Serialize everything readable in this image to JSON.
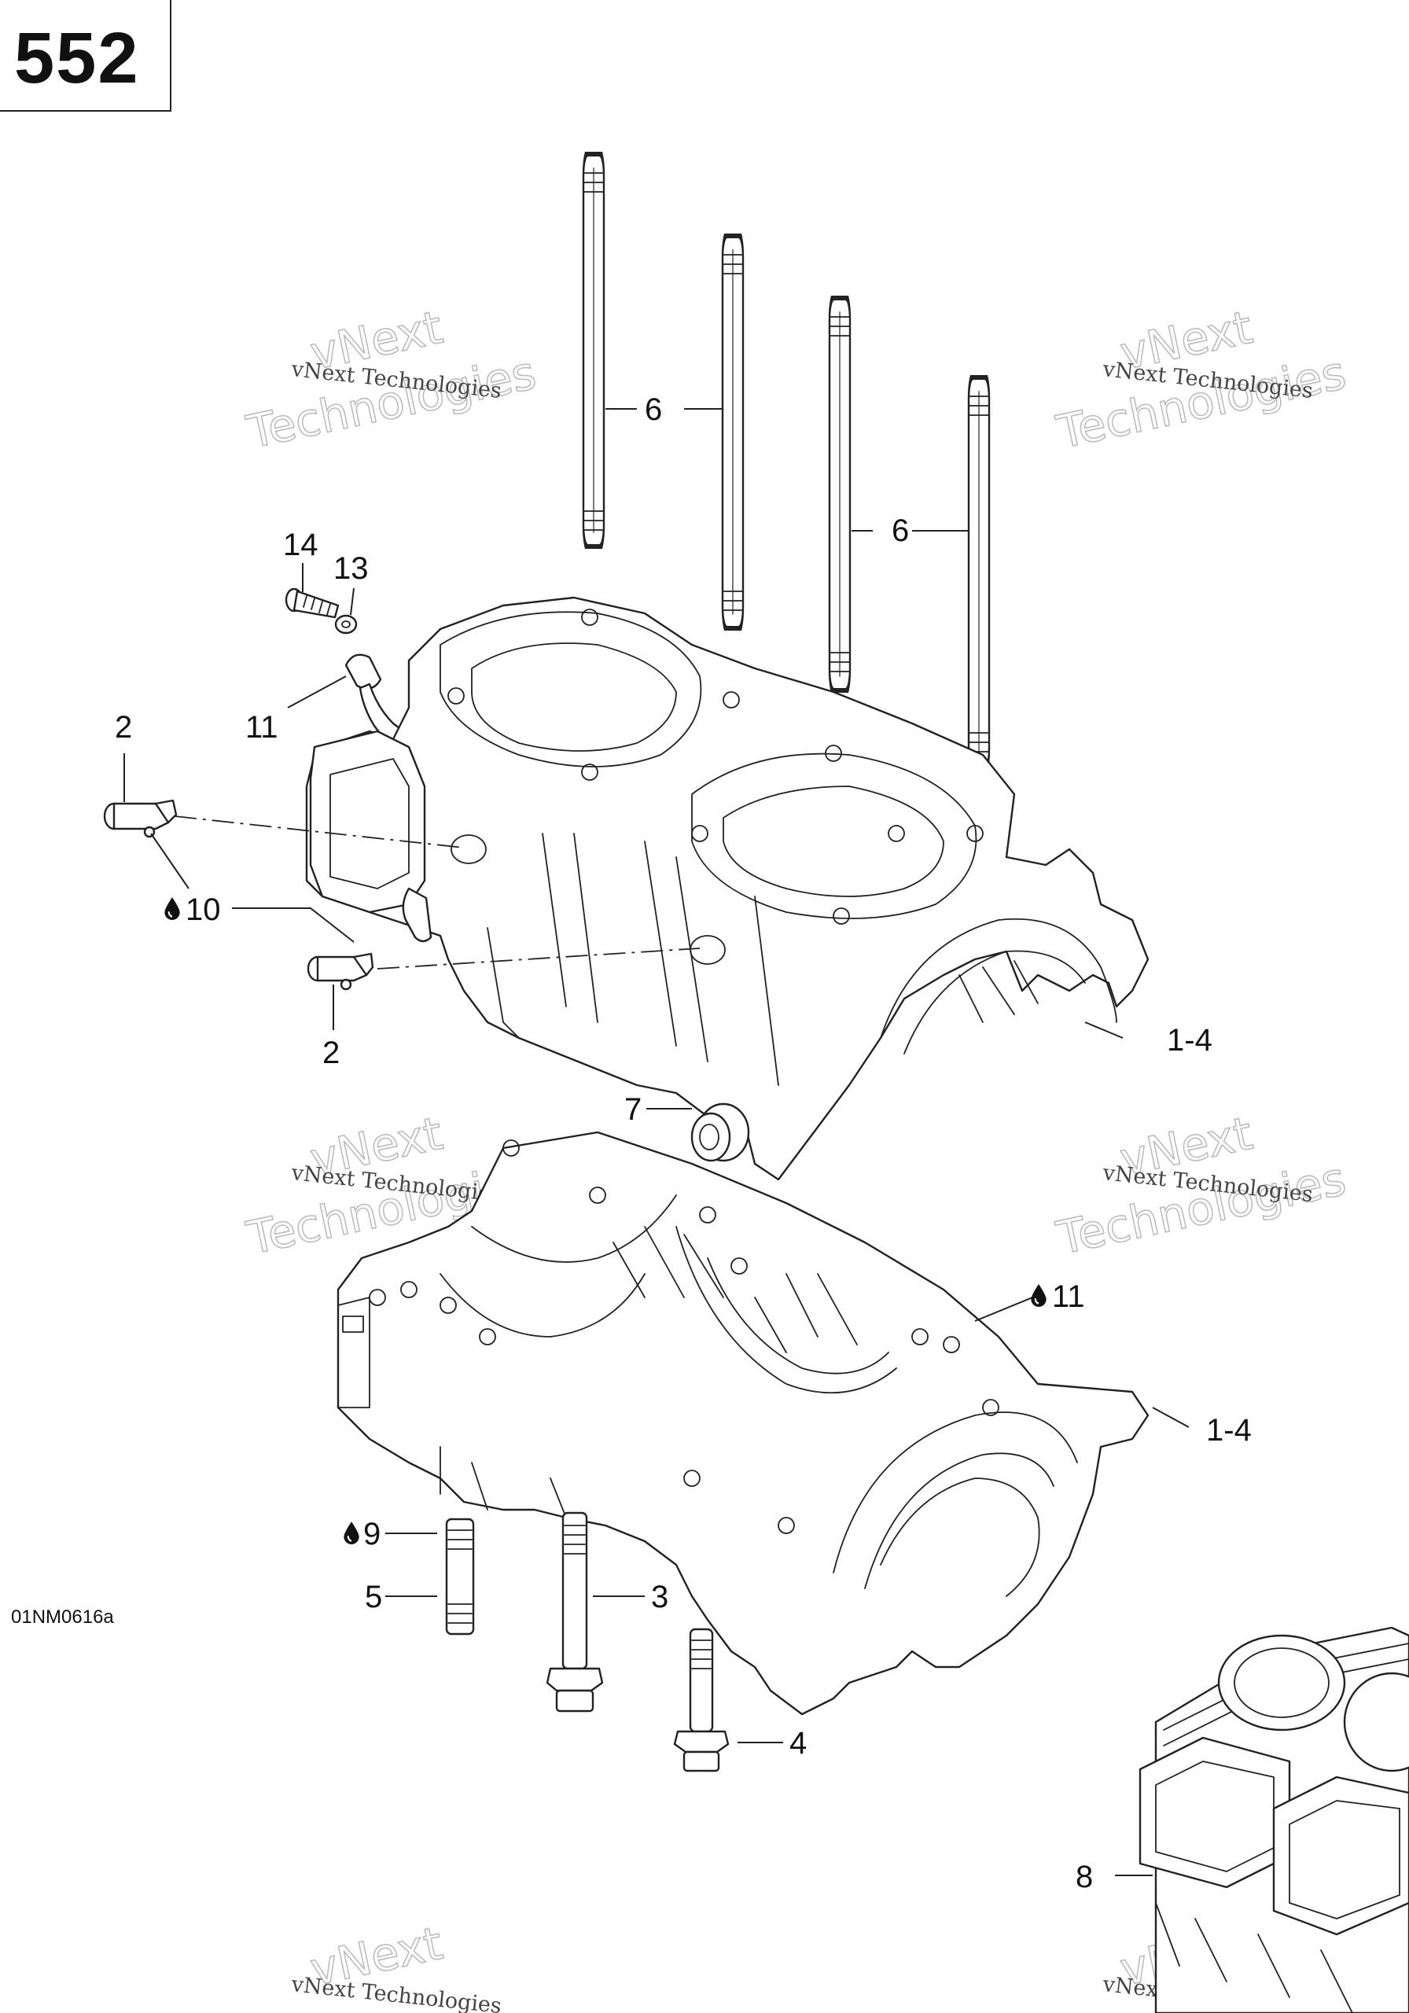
{
  "page": {
    "number": "552",
    "reference_code": "01NM0616a"
  },
  "watermark": {
    "line1": "vNext Technologies",
    "line2": "vNext",
    "line3": "Technologies"
  },
  "callouts": [
    {
      "id": "c6a",
      "label": "6"
    },
    {
      "id": "c6b",
      "label": "6"
    },
    {
      "id": "c14",
      "label": "14"
    },
    {
      "id": "c13",
      "label": "13"
    },
    {
      "id": "c11",
      "label": "11"
    },
    {
      "id": "c2a",
      "label": "2"
    },
    {
      "id": "c10",
      "label": "10",
      "glue_icon": true
    },
    {
      "id": "c2b",
      "label": "2"
    },
    {
      "id": "c1-4a",
      "label": "1-4"
    },
    {
      "id": "c7",
      "label": "7"
    },
    {
      "id": "c11b",
      "label": "11",
      "glue_icon": true
    },
    {
      "id": "c1-4b",
      "label": "1-4"
    },
    {
      "id": "c9",
      "label": "9",
      "glue_icon": true
    },
    {
      "id": "c5",
      "label": "5"
    },
    {
      "id": "c3",
      "label": "3"
    },
    {
      "id": "c4",
      "label": "4"
    },
    {
      "id": "c8",
      "label": "8"
    }
  ]
}
